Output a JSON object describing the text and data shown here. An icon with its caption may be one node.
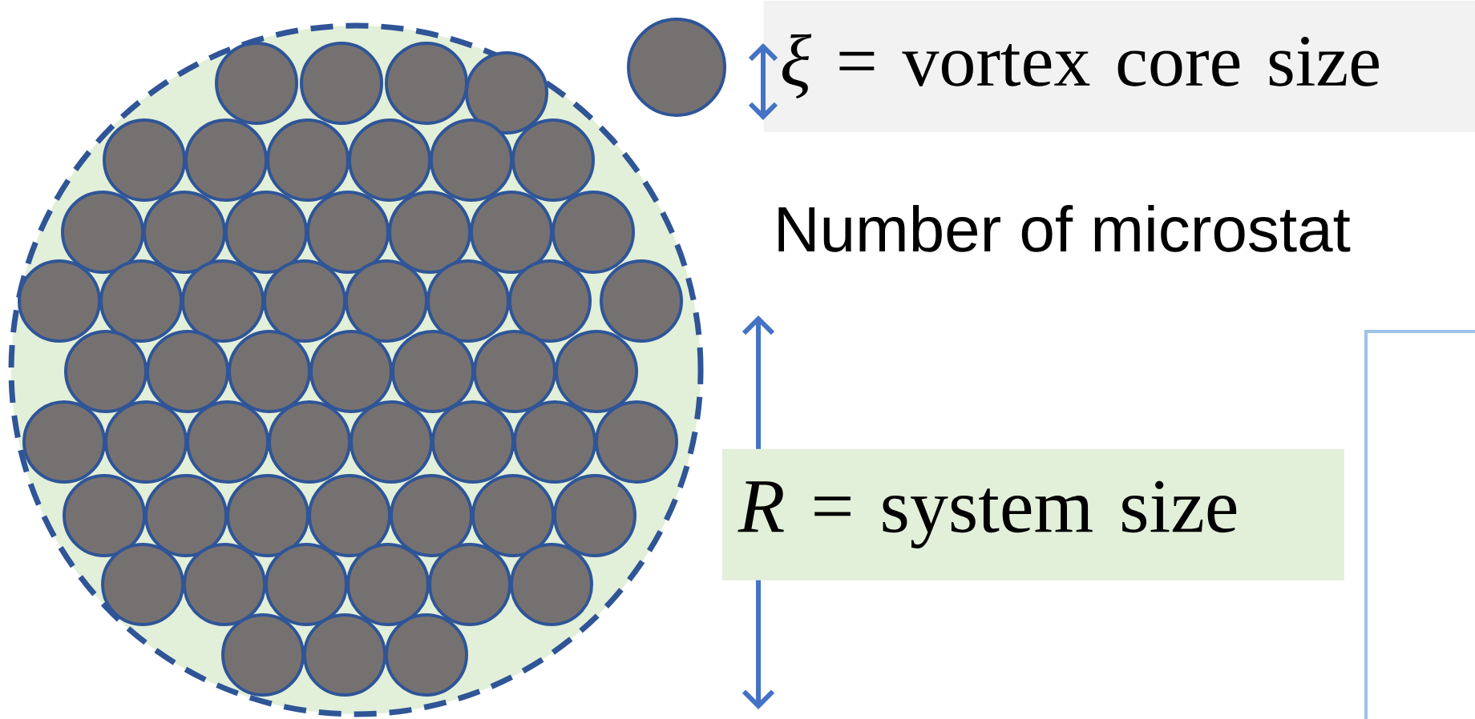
{
  "diagram": {
    "nodes": [
      {
        "text": [],
        "shape": "circle"
      },
      {
        "text": [],
        "shape": "circle"
      },
      {
        "text": [
          "*ξ* = vortex core size"
        ]
      },
      {
        "text": [
          "*R* = system size"
        ]
      },
      {
        "text": [],
        "shape": "box"
      }
    ],
    "labels": [
      "Number of microstat"
    ]
  }
}
